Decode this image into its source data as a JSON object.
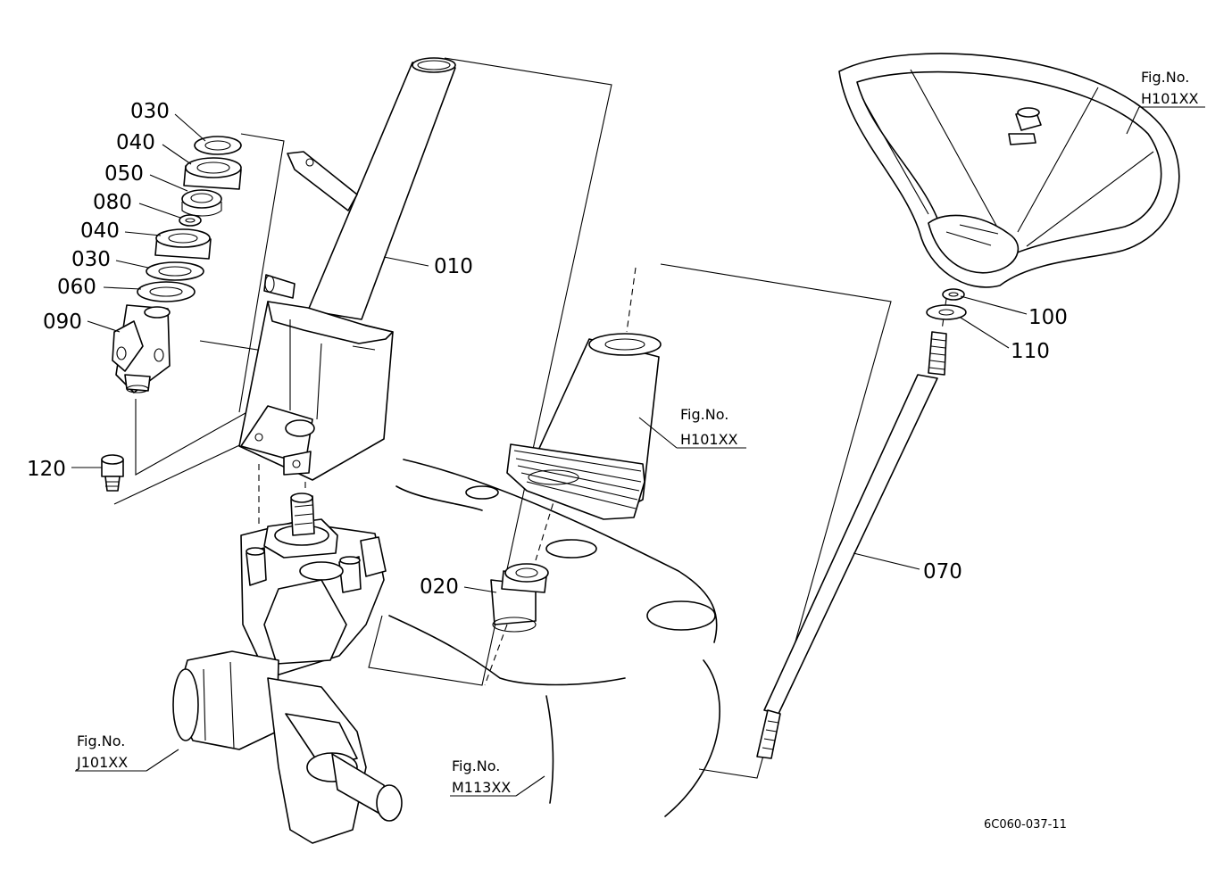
{
  "parts": [
    {
      "ref": "010"
    },
    {
      "ref": "020"
    },
    {
      "ref": "030"
    },
    {
      "ref": "030"
    },
    {
      "ref": "040"
    },
    {
      "ref": "040"
    },
    {
      "ref": "050"
    },
    {
      "ref": "060"
    },
    {
      "ref": "070"
    },
    {
      "ref": "080"
    },
    {
      "ref": "090"
    },
    {
      "ref": "100"
    },
    {
      "ref": "110"
    },
    {
      "ref": "120"
    }
  ],
  "figure_refs": [
    {
      "label": "Fig.No.",
      "code": "H101XX"
    },
    {
      "label": "Fig.No.",
      "code": "H101XX"
    },
    {
      "label": "Fig.No.",
      "code": "J101XX"
    },
    {
      "label": "Fig.No.",
      "code": "M113XX"
    }
  ],
  "drawing_id": "6C060-037-11"
}
